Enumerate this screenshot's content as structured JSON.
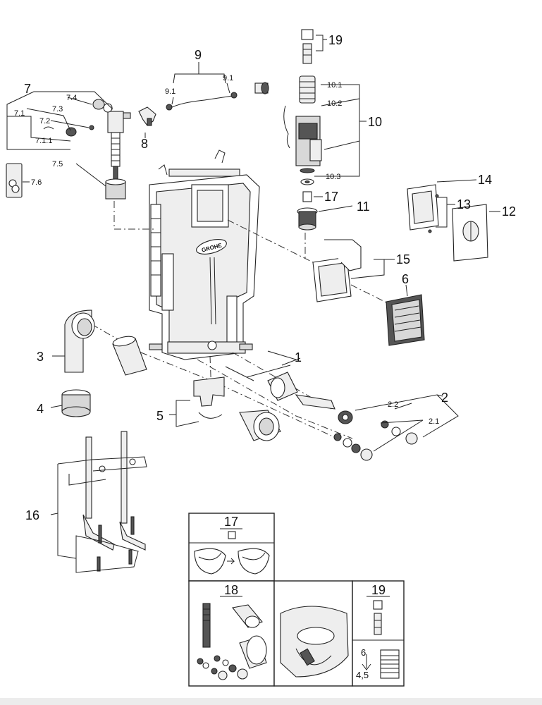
{
  "brand": {
    "logo_text": "GROHE"
  },
  "callouts": [
    {
      "id": "c1",
      "text": "1"
    },
    {
      "id": "c2",
      "text": "2"
    },
    {
      "id": "c2_1",
      "text": "2.1"
    },
    {
      "id": "c2_2",
      "text": "2.2"
    },
    {
      "id": "c3",
      "text": "3"
    },
    {
      "id": "c4",
      "text": "4"
    },
    {
      "id": "c5",
      "text": "5"
    },
    {
      "id": "c6",
      "text": "6"
    },
    {
      "id": "c7",
      "text": "7"
    },
    {
      "id": "c7_1",
      "text": "7.1"
    },
    {
      "id": "c7_1_1",
      "text": "7.1.1"
    },
    {
      "id": "c7_2",
      "text": "7.2"
    },
    {
      "id": "c7_3",
      "text": "7.3"
    },
    {
      "id": "c7_4",
      "text": "7.4"
    },
    {
      "id": "c7_5",
      "text": "7.5"
    },
    {
      "id": "c7_6",
      "text": "7.6"
    },
    {
      "id": "c8",
      "text": "8"
    },
    {
      "id": "c9",
      "text": "9"
    },
    {
      "id": "c9_1a",
      "text": "9.1"
    },
    {
      "id": "c9_1b",
      "text": "9.1"
    },
    {
      "id": "c10",
      "text": "10"
    },
    {
      "id": "c10_1",
      "text": "10.1"
    },
    {
      "id": "c10_2",
      "text": "10.2"
    },
    {
      "id": "c10_3",
      "text": "10.3"
    },
    {
      "id": "c11",
      "text": "11"
    },
    {
      "id": "c12",
      "text": "12"
    },
    {
      "id": "c13",
      "text": "13"
    },
    {
      "id": "c14",
      "text": "14"
    },
    {
      "id": "c15",
      "text": "15"
    },
    {
      "id": "c16",
      "text": "16"
    },
    {
      "id": "c17",
      "text": "17"
    }
  ],
  "panels": {
    "p17": {
      "title": "17"
    },
    "p18": {
      "title": "18"
    },
    "p19": {
      "title": "19",
      "dim_top": "6",
      "dim_bottom": "4,5"
    },
    "top19": {
      "title": "19"
    }
  }
}
